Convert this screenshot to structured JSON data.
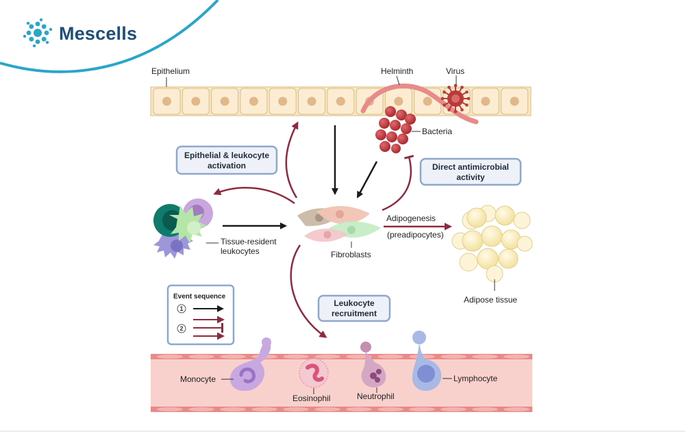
{
  "brand": {
    "name": "Mescells"
  },
  "labels": {
    "epithelium": "Epithelium",
    "helminth": "Helminth",
    "virus": "Virus",
    "bacteria": "Bacteria",
    "fibroblasts": "Fibroblasts",
    "tissue_resident_1": "Tissue-resident",
    "tissue_resident_2": "leukocytes",
    "adipogenesis": "Adipogenesis",
    "preadipocytes": "(preadipocytes)",
    "adipose_tissue": "Adipose tissue",
    "monocyte": "Monocyte",
    "eosinophil": "Eosinophil",
    "neutrophil": "Neutrophil",
    "lymphocyte": "Lymphocyte"
  },
  "boxes": {
    "epithelial_activation_1": "Epithelial & leukocyte",
    "epithelial_activation_2": "activation",
    "direct_antimicrobial_1": "Direct antimicrobial",
    "direct_antimicrobial_2": "activity",
    "leukocyte_recruitment_1": "Leukocyte",
    "leukocyte_recruitment_2": "recruitment"
  },
  "legend": {
    "title": "Event sequence",
    "step1": "1",
    "step2": "2"
  },
  "colors": {
    "brand_blue": "#1f4e79",
    "accent_teal": "#2aa6c8",
    "arrow_dark": "#1a1a1a",
    "arrow_maroon": "#8e2a3f",
    "vessel": "#f4b8b8",
    "epithelium_cell": "#f9e7c4"
  }
}
